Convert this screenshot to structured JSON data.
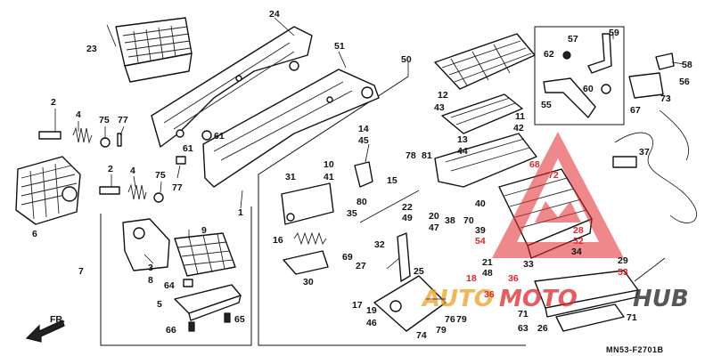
{
  "diagram": {
    "drawing_code": "MN53-F2701B",
    "direction_label": "FR.",
    "watermark": {
      "word_left": "AUTO",
      "word_mid": "MOTO",
      "word_right": "HUB",
      "red": "#e0262a",
      "orange": "#f0a020",
      "dark": "#3a3a3a"
    },
    "part_numbers": {
      "p1": "1",
      "p2a": "2",
      "p2b": "2",
      "p3": "3",
      "p4a": "4",
      "p4b": "4",
      "p5": "5",
      "p6": "6",
      "p7": "7",
      "p8": "8",
      "p9": "9",
      "p10": "10",
      "p11": "11",
      "p12": "12",
      "p13": "13",
      "p14": "14",
      "p15": "15",
      "p16": "16",
      "p17": "17",
      "p18": "18",
      "p19": "19",
      "p20": "20",
      "p21": "21",
      "p22": "22",
      "p23": "23",
      "p24": "24",
      "p25": "25",
      "p26": "26",
      "p27": "27",
      "p28": "28",
      "p29": "29",
      "p30": "30",
      "p31": "31",
      "p32": "32",
      "p33": "33",
      "p34": "34",
      "p35": "35",
      "p36a": "36",
      "p36b": "36",
      "p37": "37",
      "p38": "38",
      "p39": "39",
      "p40": "40",
      "p41": "41",
      "p42": "42",
      "p43": "43",
      "p44": "44",
      "p45": "45",
      "p46": "46",
      "p47": "47",
      "p48": "48",
      "p49": "49",
      "p50": "50",
      "p51": "51",
      "p52": "52",
      "p53": "53",
      "p54": "54",
      "p55": "55",
      "p56": "56",
      "p57": "57",
      "p58": "58",
      "p59": "59",
      "p60": "60",
      "p61a": "61",
      "p61b": "61",
      "p62": "62",
      "p63": "63",
      "p64": "64",
      "p65": "65",
      "p66": "66",
      "p67": "67",
      "p68": "68",
      "p69": "69",
      "p70": "70",
      "p71a": "71",
      "p71b": "71",
      "p72": "72",
      "p73": "73",
      "p74": "74",
      "p75a": "75",
      "p75b": "75",
      "p76": "76",
      "p77a": "77",
      "p77b": "77",
      "p78": "78",
      "p79a": "79",
      "p79b": "79",
      "p80": "80",
      "p81": "81"
    }
  }
}
